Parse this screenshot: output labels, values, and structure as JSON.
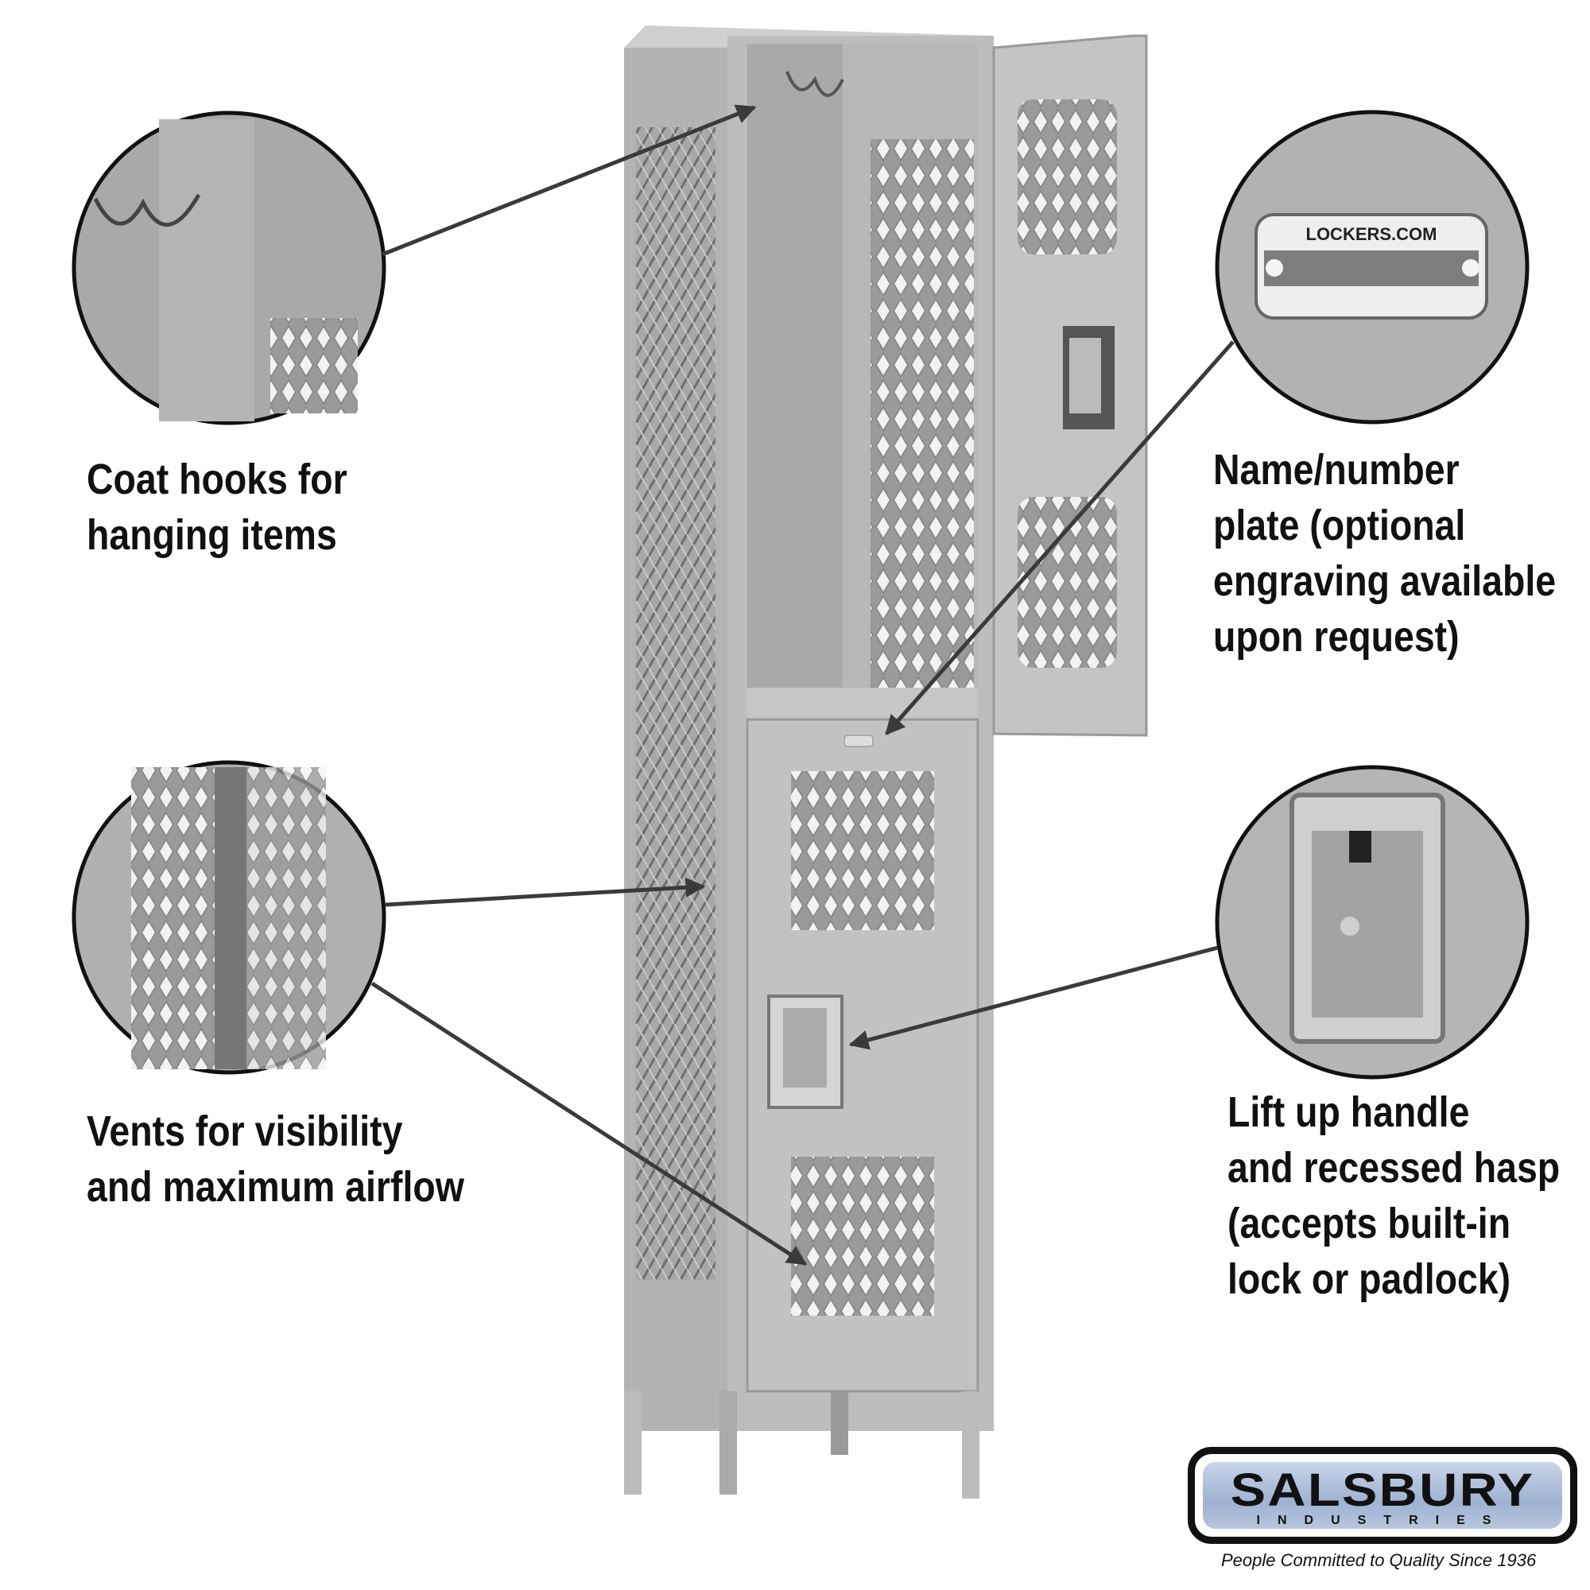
{
  "callouts": {
    "coat_hooks": [
      "Coat hooks for",
      "hanging items"
    ],
    "vents": [
      "Vents for visibility",
      "and maximum airflow"
    ],
    "name_plate": [
      "Name/number",
      "plate (optional",
      "engraving available",
      "upon request)"
    ],
    "handle": [
      "Lift up handle",
      "and recessed hasp",
      "(accepts built-in",
      "lock or padlock)"
    ]
  },
  "name_plate_text": "LOCKERS.COM",
  "logo": {
    "name": "SALSBURY",
    "sub": "INDUSTRIES",
    "tagline": "People Committed to Quality Since 1936"
  },
  "colors": {
    "locker": "#b9b9b9",
    "locker_dark": "#8f8f8f",
    "text": "#111111",
    "logo_blue": "#a9bad8"
  }
}
